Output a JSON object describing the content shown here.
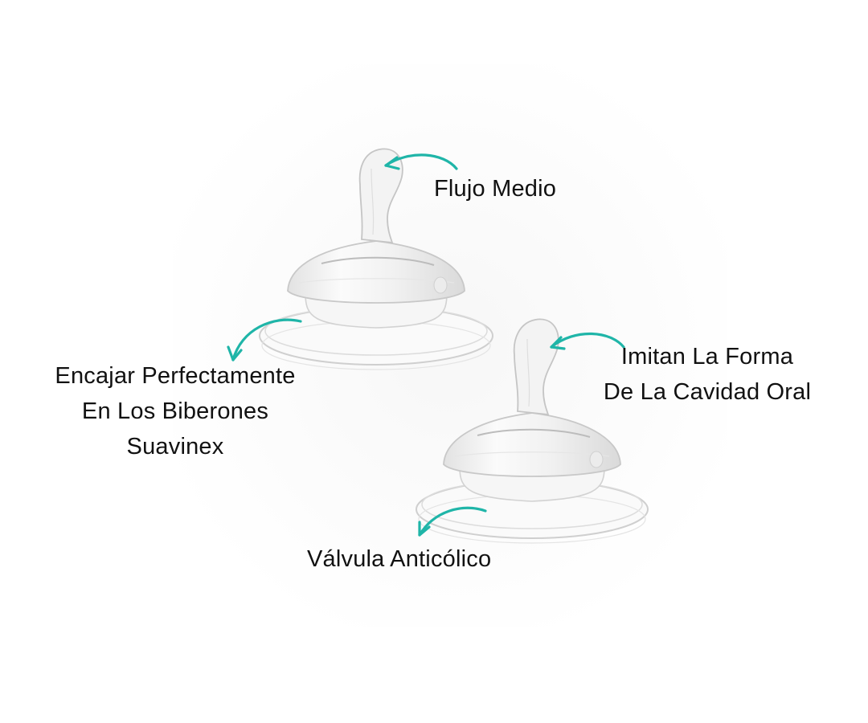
{
  "colors": {
    "arrow": "#1fb5a8",
    "silicone_edge": "#c9c9c9",
    "silicone_fill": "#f4f4f4",
    "text": "#111111"
  },
  "labels": {
    "flow": "Flujo Medio",
    "fit": [
      "Encajar Perfectamente",
      "En Los Biberones",
      "Suavinex"
    ],
    "shape": [
      "Imitan La Forma",
      "De La Cavidad Oral"
    ],
    "valve": "Válvula Anticólico"
  },
  "icons": {
    "arrows": "curved-arrow-icon",
    "teats": "silicone-teat-illustration"
  }
}
